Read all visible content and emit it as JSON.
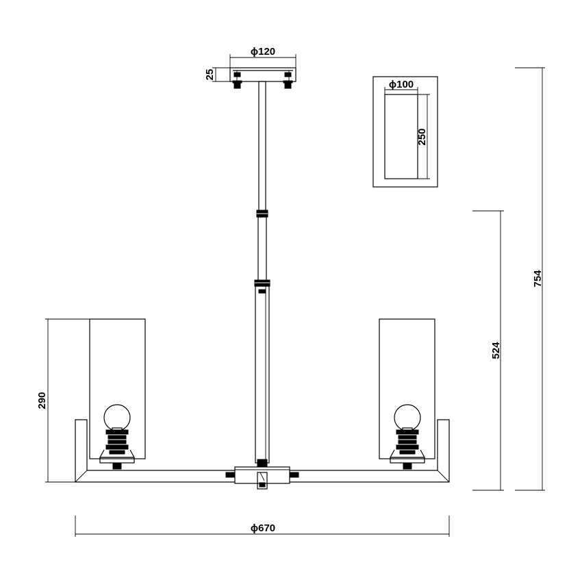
{
  "dimensions": {
    "canopy_diameter": "ϕ120",
    "canopy_height": "25",
    "shade_diameter": "ϕ100",
    "shade_height": "250",
    "overall_height": "754",
    "body_height": "524",
    "arm_height": "290",
    "overall_diameter": "ϕ670"
  },
  "colors": {
    "line": "#000000",
    "background": "#ffffff"
  }
}
